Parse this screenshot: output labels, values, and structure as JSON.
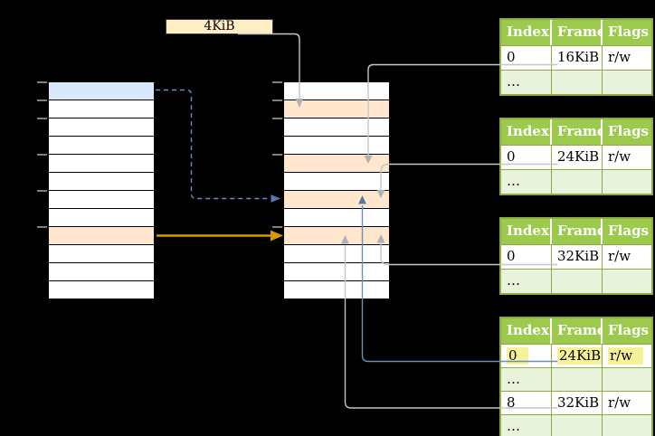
{
  "colors": {
    "bg": "#000000",
    "table-green": "#9cca4d",
    "green-border": "#8dab44",
    "row-alt-green": "#e9f2da",
    "row-orange": "#ffe6cc",
    "row-blue": "#dae8fc",
    "label-cream": "#ffeec6",
    "highlight-yellow": "#f7f198",
    "arrow-gray": "#c6c6c6",
    "arrowhead-gray": "#b0b0b5",
    "arrow-blue": "#6c8ebf",
    "arrowhead-blue": "#5577b0",
    "arrow-orange": "#d79b00",
    "tick-gray": "#7f7f7f"
  },
  "size_label": {
    "text": "4KiB"
  },
  "left_table": {
    "rows": [
      "blue",
      "white",
      "white",
      "white",
      "white",
      "white",
      "white",
      "white",
      "orange",
      "white",
      "white",
      "white"
    ],
    "ticks": [
      0,
      20,
      40,
      80,
      120,
      160
    ]
  },
  "middle_table": {
    "rows": [
      "white",
      "orange",
      "white",
      "white",
      "orange",
      "white",
      "orange",
      "white",
      "orange",
      "white",
      "white",
      "white"
    ],
    "ticks": [
      0,
      20,
      40,
      80,
      160
    ]
  },
  "frame_tables": [
    {
      "columns": [
        "Index",
        "Frame",
        "Flags"
      ],
      "rows": [
        {
          "cells": [
            "0",
            "16KiB",
            "r/w"
          ],
          "shaded": false,
          "highlight": false
        },
        {
          "cells": [
            "…",
            "",
            ""
          ],
          "shaded": true,
          "highlight": false
        }
      ]
    },
    {
      "columns": [
        "Index",
        "Frame",
        "Flags"
      ],
      "rows": [
        {
          "cells": [
            "0",
            "24KiB",
            "r/w"
          ],
          "shaded": false,
          "highlight": false
        },
        {
          "cells": [
            "…",
            "",
            ""
          ],
          "shaded": true,
          "highlight": false
        }
      ]
    },
    {
      "columns": [
        "Index",
        "Frame",
        "Flags"
      ],
      "rows": [
        {
          "cells": [
            "0",
            "32KiB",
            "r/w"
          ],
          "shaded": false,
          "highlight": false
        },
        {
          "cells": [
            "…",
            "",
            ""
          ],
          "shaded": true,
          "highlight": false
        }
      ]
    },
    {
      "columns": [
        "Index",
        "Frame",
        "Flags"
      ],
      "rows": [
        {
          "cells": [
            "0",
            "24KiB",
            "r/w"
          ],
          "shaded": false,
          "highlight": true
        },
        {
          "cells": [
            "…",
            "",
            ""
          ],
          "shaded": true,
          "highlight": false
        },
        {
          "cells": [
            "8",
            "32KiB",
            "r/w"
          ],
          "shaded": false,
          "highlight": false
        },
        {
          "cells": [
            "…",
            "",
            ""
          ],
          "shaded": true,
          "highlight": false
        }
      ]
    }
  ],
  "connectors": [
    {
      "from": "4KiB-label",
      "to": "memory-frame-4KiB",
      "style": "solid",
      "color": "#c6c6c6"
    },
    {
      "from": "frame-table-1-16KiB",
      "to": "memory-frame-16KiB",
      "style": "solid",
      "color": "#c6c6c6"
    },
    {
      "from": "frame-table-2-24KiB",
      "to": "memory-frame-24KiB",
      "style": "solid",
      "color": "#c6c6c6"
    },
    {
      "from": "frame-table-3-32KiB",
      "to": "memory-frame-32KiB",
      "style": "solid",
      "color": "#c6c6c6"
    },
    {
      "from": "frame-table-4-24KiB-highlighted",
      "to": "memory-frame-24KiB",
      "style": "solid",
      "color": "#6c8ebf"
    },
    {
      "from": "frame-table-4-32KiB",
      "to": "memory-frame-32KiB",
      "style": "solid",
      "color": "#c6c6c6"
    },
    {
      "from": "left-table-blue-row",
      "to": "memory-frame-24KiB",
      "style": "dashed",
      "color": "#6c8ebf"
    },
    {
      "from": "left-table-orange-row",
      "to": "memory-frame-32KiB",
      "style": "solid",
      "color": "#d79b00"
    }
  ]
}
